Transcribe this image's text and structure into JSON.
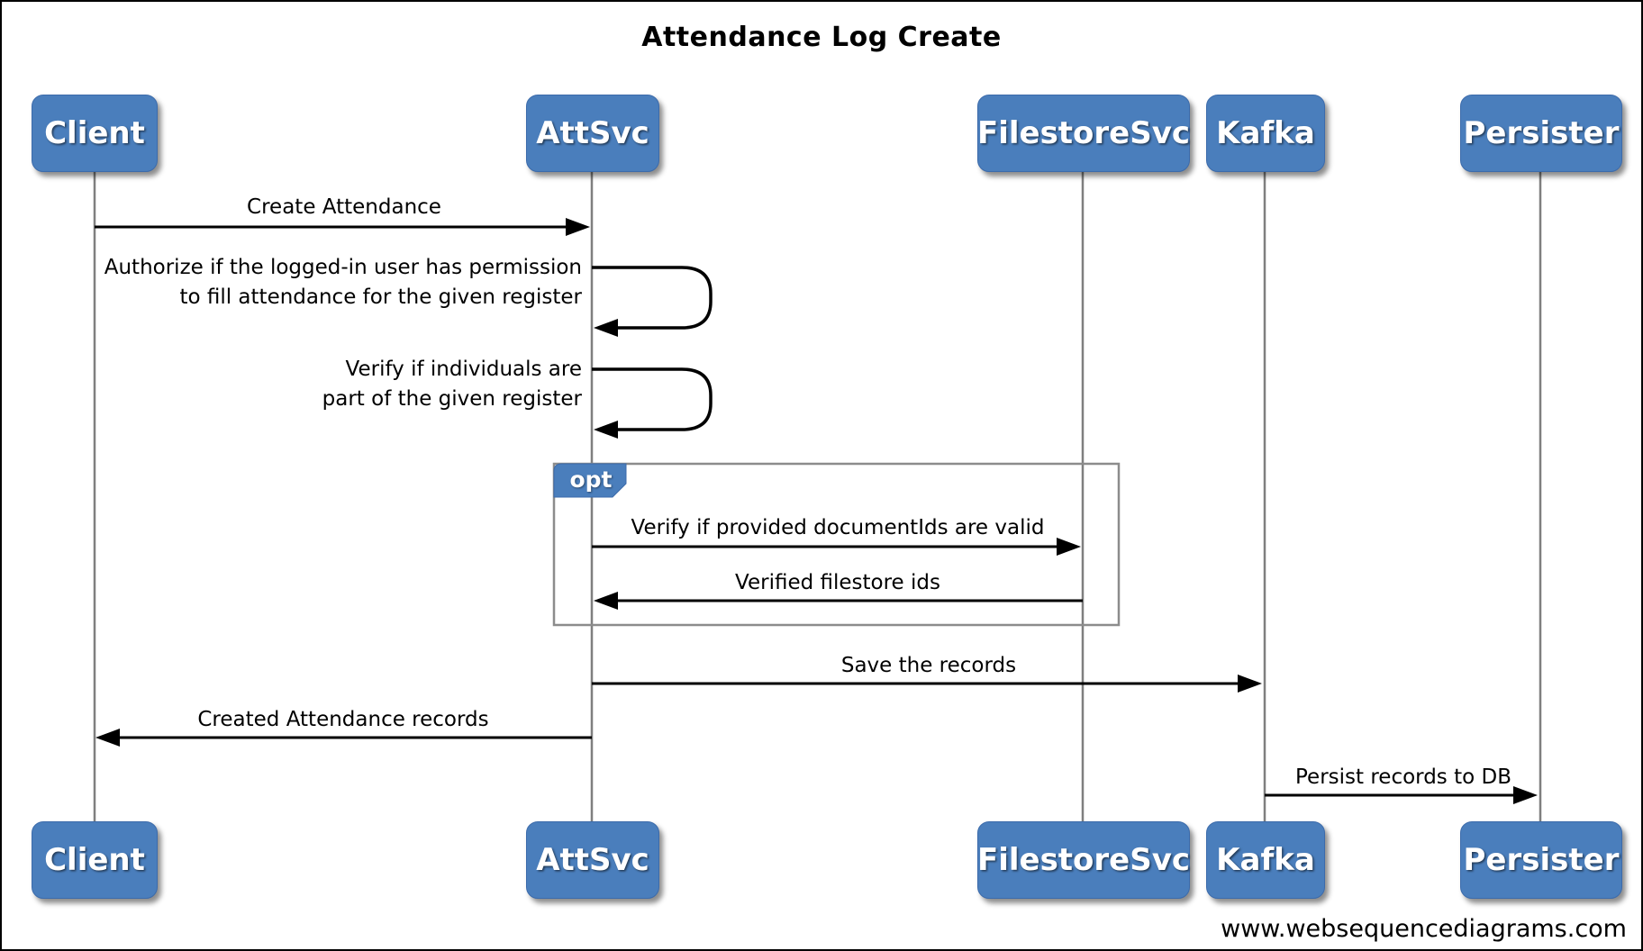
{
  "diagram": {
    "title": "Attendance Log Create",
    "footer": "www.websequencediagrams.com",
    "colors": {
      "participant_fill": "#4a7ebc",
      "participant_text": "#ffffff",
      "lifeline_color": "#7f7f7f",
      "fragment_border": "#8c8c8c",
      "arrow_color": "#000000",
      "background": "#ffffff"
    },
    "participants": [
      {
        "name": "Client"
      },
      {
        "name": "AttSvc"
      },
      {
        "name": "FilestoreSvc"
      },
      {
        "name": "Kafka"
      },
      {
        "name": "Persister"
      }
    ],
    "fragment": {
      "operator": "opt",
      "contains": [
        "Verify if provided documentIds are valid",
        "Verified filestore ids"
      ]
    },
    "messages": [
      {
        "from": "Client",
        "to": "AttSvc",
        "kind": "call",
        "label": "Create Attendance"
      },
      {
        "from": "AttSvc",
        "to": "AttSvc",
        "kind": "self",
        "lines": [
          "Authorize if the logged-in user has permission",
          "to fill attendance for the given register"
        ]
      },
      {
        "from": "AttSvc",
        "to": "AttSvc",
        "kind": "self",
        "lines": [
          "Verify if individuals are",
          "part of the given register"
        ]
      },
      {
        "from": "AttSvc",
        "to": "FilestoreSvc",
        "kind": "call",
        "label": "Verify if provided documentIds are valid"
      },
      {
        "from": "FilestoreSvc",
        "to": "AttSvc",
        "kind": "return",
        "label": "Verified filestore ids"
      },
      {
        "from": "AttSvc",
        "to": "Kafka",
        "kind": "call",
        "label": "Save the records"
      },
      {
        "from": "AttSvc",
        "to": "Client",
        "kind": "return",
        "label": "Created Attendance records"
      },
      {
        "from": "Kafka",
        "to": "Persister",
        "kind": "call",
        "label": "Persist records to DB"
      }
    ]
  }
}
